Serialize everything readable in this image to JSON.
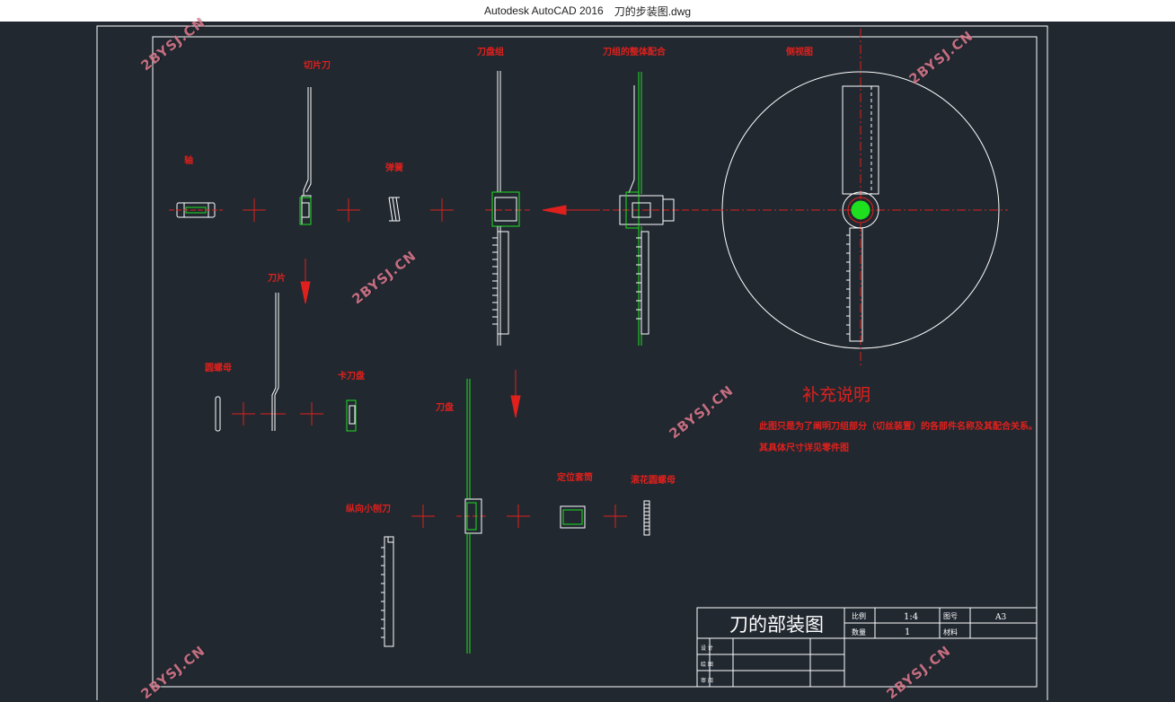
{
  "window": {
    "app_title": "Autodesk AutoCAD 2016",
    "file_name": "刀的步装图.dwg"
  },
  "drawing": {
    "labels": {
      "qiepiandao": "切片刀",
      "daopanzu": "刀盘组",
      "zhengti": "刀组的整体配合",
      "ceshitu": "侧视图",
      "zhou": "轴",
      "tanhuang": "弹簧",
      "daopian": "刀片",
      "yuanluomu": "圆螺母",
      "kadaopan": "卡刀盘",
      "daopan": "刀盘",
      "dingwei": "定位套筒",
      "gunhua": "滚花圆螺母",
      "zongxiang": "纵向小刨刀"
    },
    "note": {
      "title": "补充说明",
      "line1": "此图只是为了阐明刀组部分（切丝装置）的各部件名称及其配合关系。",
      "line2": "其具体尺寸详见零件图"
    },
    "title_block": {
      "name": "刀的部装图",
      "scale_label": "比例",
      "scale_value": "1:4",
      "qty_label": "数量",
      "qty_value": "1",
      "drawing_no_label": "图号",
      "drawing_no_value": "A3",
      "material_label": "材料",
      "designer_label": "设 计",
      "drafter_label": "绘 图",
      "reviewer_label": "审 阅"
    }
  },
  "watermark": "2BYSJ.CN",
  "colors": {
    "background": "#212830",
    "line": "#ffffff",
    "label": "#e0201c",
    "section": "#1fe01f",
    "centerline": "#e0201c"
  }
}
